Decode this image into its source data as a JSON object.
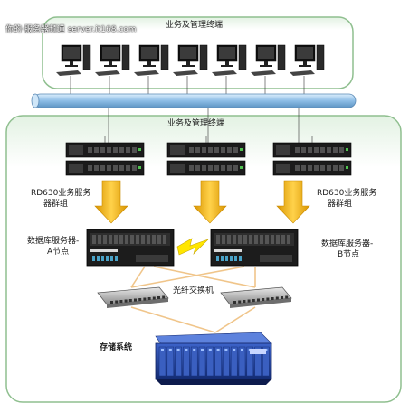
{
  "watermark": "你的·服务器频道 server.it168.com",
  "top_panel": {
    "title": "业务及管理终端"
  },
  "main_panel": {
    "title": "业务及管理终端"
  },
  "labels": {
    "rd630_left": [
      "RD630业务服务",
      "器群组"
    ],
    "rd630_right": [
      "RD630业务服务",
      "器群组"
    ],
    "db_a": [
      "数据库服务器-",
      "A节点"
    ],
    "db_b": [
      "数据库服务器-",
      "B节点"
    ],
    "fiber_switch": "光纤交换机",
    "storage": "存储系统"
  },
  "workstation_count": 7,
  "colors": {
    "panel_border": "#8fbf8f",
    "panel_top": "#dff0df",
    "network_bus": "#9ec6e8",
    "arrow": "#f3b413",
    "heartbeat": "#ffe600",
    "fiber_link": "#f0c58a",
    "storage": "#2747a3"
  }
}
